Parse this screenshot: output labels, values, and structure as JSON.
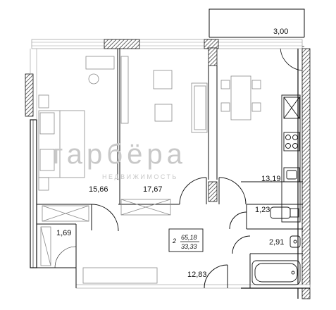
{
  "plan": {
    "balcony_area": "3,00",
    "rooms": [
      {
        "id": "living",
        "area": "15,66"
      },
      {
        "id": "room",
        "area": "17,67"
      },
      {
        "id": "kitchen",
        "area": "13,19"
      },
      {
        "id": "toilet",
        "area": "1,23"
      },
      {
        "id": "bathroom",
        "area": "2,91"
      },
      {
        "id": "storage",
        "area": "1,69"
      },
      {
        "id": "hallway",
        "area": "12,83"
      }
    ],
    "apartment": {
      "rooms_count": "2",
      "total_area": "65,18",
      "living_area": "33,33"
    }
  },
  "watermark": {
    "brand": "гарбёра",
    "subtitle": "НЕДВИЖИМОСТЬ"
  },
  "colors": {
    "line": "#111111",
    "furniture": "#8a8a8a",
    "hatch": "#555555",
    "watermark": "#c8c8c8",
    "background": "#ffffff"
  }
}
